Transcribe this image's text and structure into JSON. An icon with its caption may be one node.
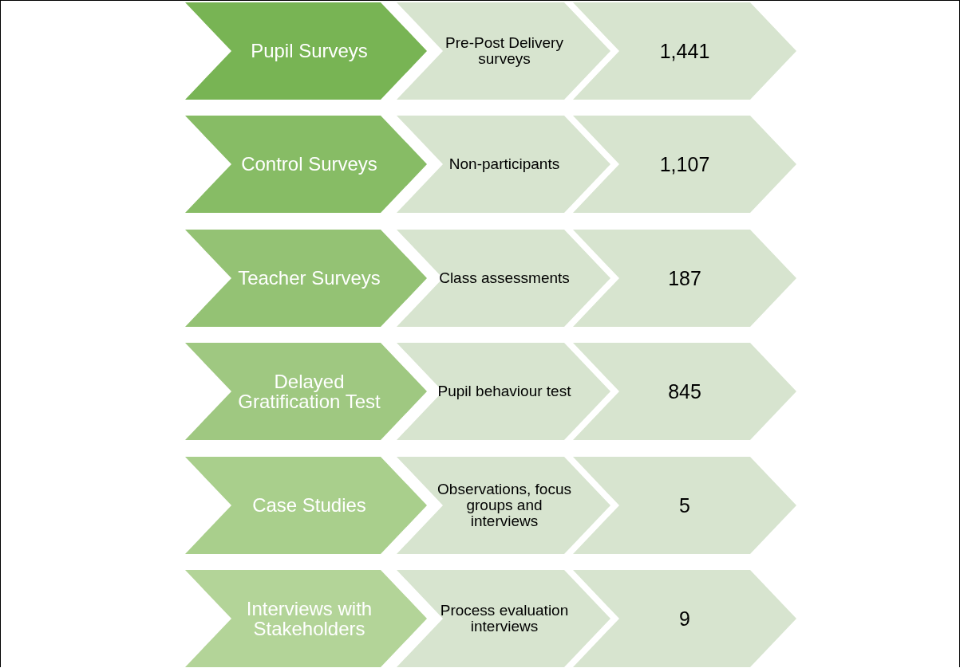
{
  "diagram": {
    "nodes": [
      {
        "text": [
          "Pupil Surveys"
        ]
      },
      {
        "text": [
          "Pre-Post Delivery surveys"
        ]
      },
      {
        "text": [
          "1,441"
        ]
      },
      {
        "text": [
          "Control Surveys"
        ]
      },
      {
        "text": [
          "Non-participants"
        ]
      },
      {
        "text": [
          "1,107"
        ]
      },
      {
        "text": [
          "Teacher Surveys"
        ]
      },
      {
        "text": [
          "Class assessments"
        ]
      },
      {
        "text": [
          "187"
        ]
      },
      {
        "text": [
          "Delayed Gratification Test"
        ]
      },
      {
        "text": [
          "Pupil behaviour test"
        ]
      },
      {
        "text": [
          "845"
        ]
      },
      {
        "text": [
          "Case Studies"
        ]
      },
      {
        "text": [
          "Observations, focus groups and interviews"
        ]
      },
      {
        "text": [
          "5"
        ]
      },
      {
        "text": [
          "Interviews with Stakeholders"
        ]
      },
      {
        "text": [
          "Process evaluation interviews"
        ]
      },
      {
        "text": [
          "9"
        ]
      }
    ]
  }
}
